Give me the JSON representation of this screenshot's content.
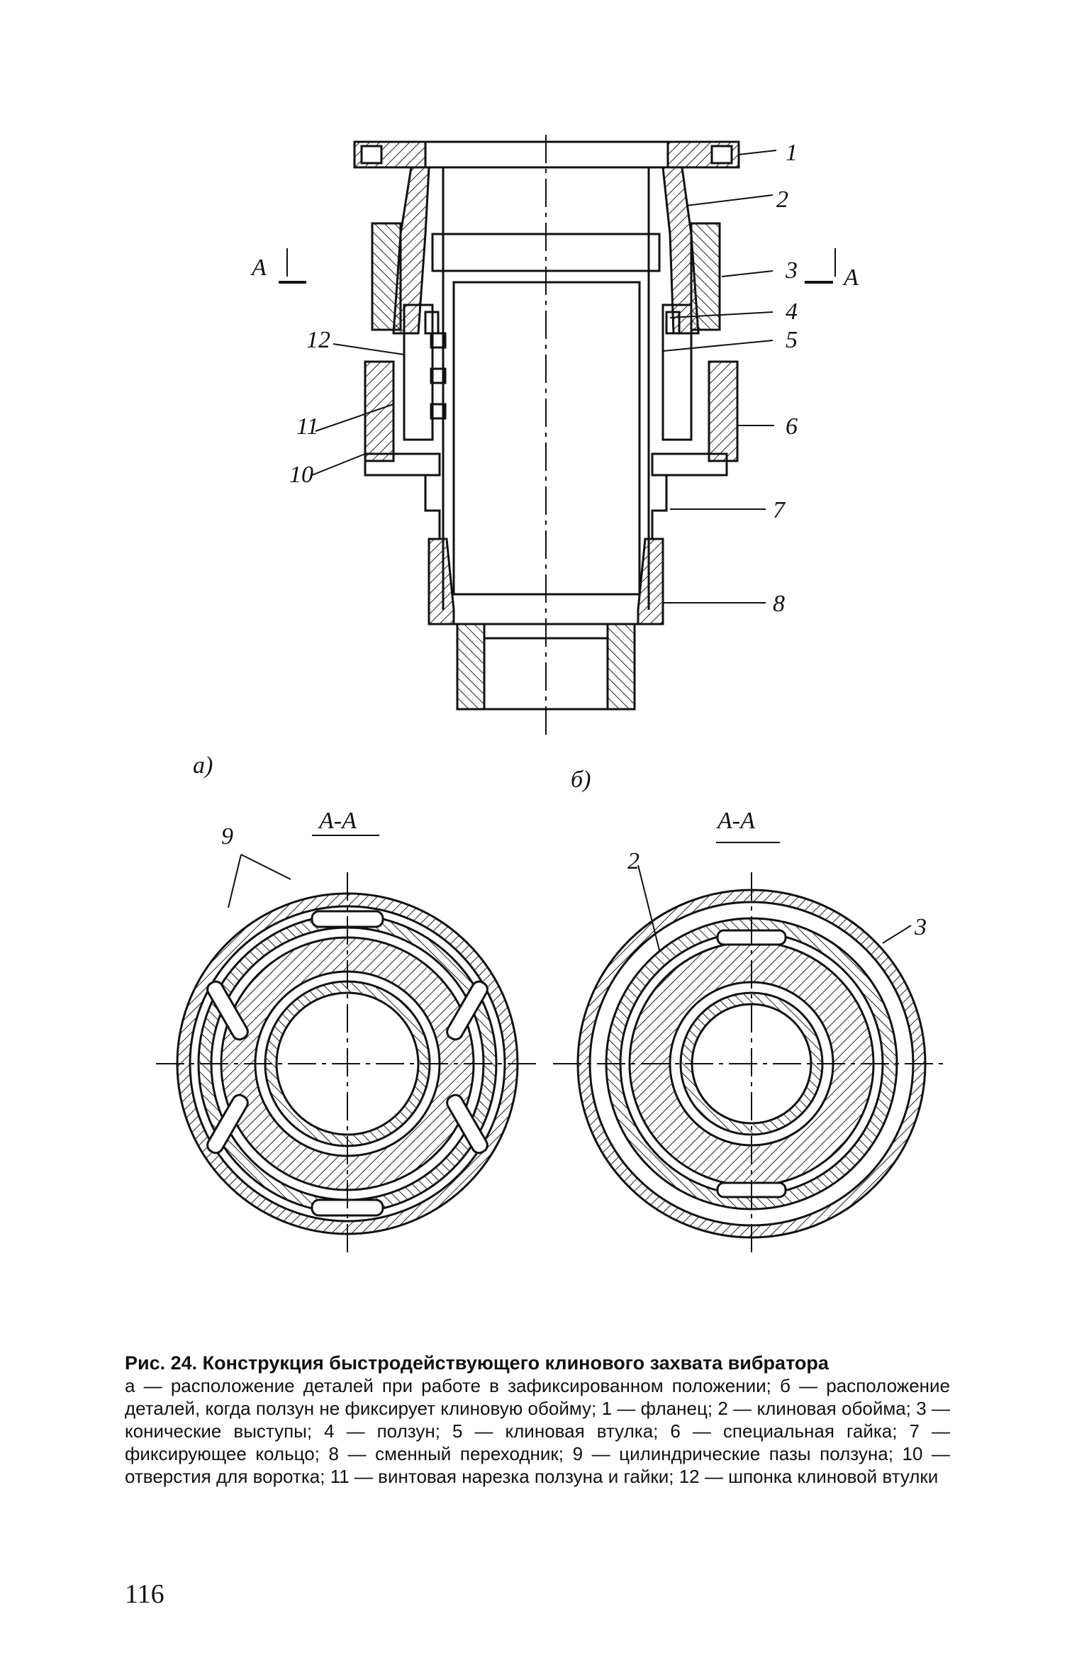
{
  "figure": {
    "part_labels": [
      "1",
      "2",
      "3",
      "4",
      "5",
      "6",
      "7",
      "8",
      "10",
      "11",
      "12"
    ],
    "section_marker": "A",
    "sub_a": "а)",
    "sub_b": "б)",
    "section_a_title": "А-А",
    "section_b_title": "А-А",
    "label_9": "9",
    "label_2": "2",
    "label_3": "3"
  },
  "caption": {
    "title": "Рис. 24. Конструкция быстродействующего клинового захвата вибратора",
    "text": "а — расположение деталей при работе в зафиксированном положении; б — расположение деталей, когда ползун не фиксирует клиновую обойму; 1 — фланец; 2 — клиновая обойма; 3 — конические выступы; 4 — ползун; 5 — клиновая втулка; 6 — специальная гайка; 7 — фиксирующее кольцо; 8 — сменный переходник; 9 — цилиндрические пазы ползуна; 10 — отверстия для воротка; 11 — винтовая нарезка ползуна и гайки; 12 — шпонка клиновой втулки"
  },
  "page_number": "116"
}
